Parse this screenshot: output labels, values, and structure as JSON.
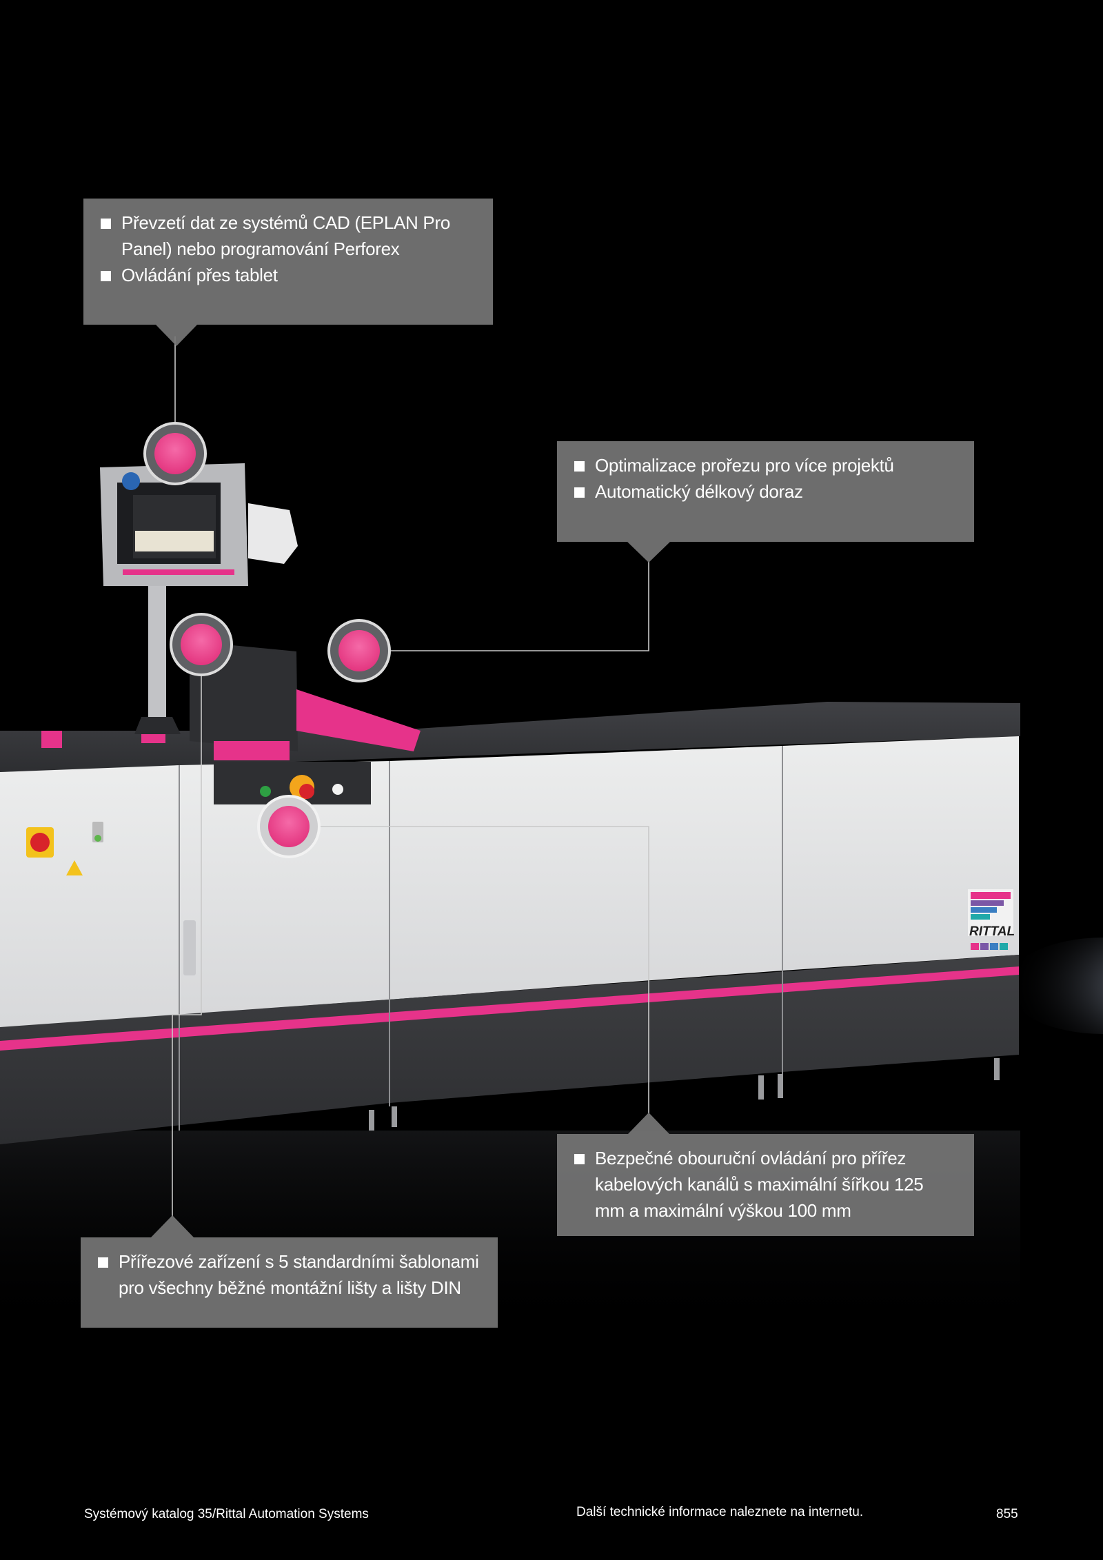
{
  "callouts": {
    "top_left": [
      "Převzetí dat ze systémů CAD (EPLAN Pro Panel) nebo programování Perforex",
      "Ovládání přes tablet"
    ],
    "top_right": [
      "Optimalizace prořezu pro více projektů",
      "Automatický délkový doraz"
    ],
    "bottom_right": [
      "Bezpečné obouruční ovládání pro přířez kabelových kanálů s maximální šířkou 125 mm a maximální výškou 100 mm"
    ],
    "bottom_left": [
      "Přířezové zařízení s 5 standardními šablonami pro všechny běžné montážní lišty a lišty DIN"
    ]
  },
  "machine": {
    "brand_logo_text": "RITTAL"
  },
  "footer": {
    "catalog": "Systémový katalog 35/Rittal Automation Systems",
    "info": "Další technické informace naleznete na internetu.",
    "page_number": "855"
  },
  "colors": {
    "background": "#000000",
    "callout": "#767676",
    "accent_pink": "#e6338a",
    "cabinet_light": "#e3e4e6",
    "cabinet_dark": "#3a3b3e"
  }
}
